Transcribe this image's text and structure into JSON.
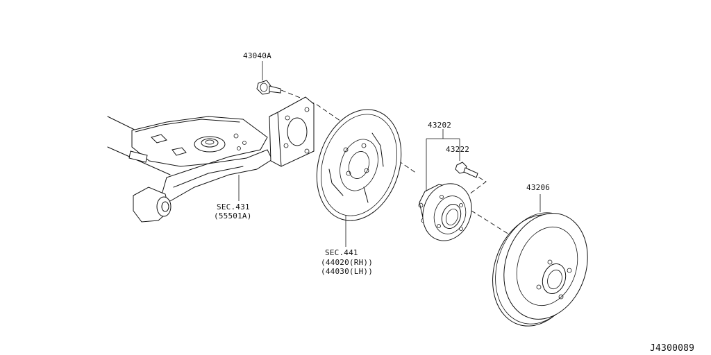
{
  "diagram": {
    "code": "J4300089",
    "labels": {
      "bolt": "43040A",
      "sec431_line1": "SEC.431",
      "sec431_line2": "(55501A)",
      "sec441_line1": "SEC.441",
      "sec441_line2": "(44020(RH))",
      "sec441_line3": "(44030(LH))",
      "hub": "43202",
      "hub_bolt": "43222",
      "drum": "43206"
    }
  }
}
